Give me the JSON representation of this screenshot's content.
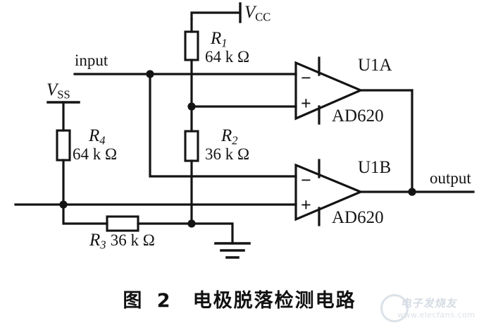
{
  "figure": {
    "caption_number": "图 2",
    "caption_title": "电极脱落检测电路"
  },
  "nets": {
    "input_label": "input",
    "output_label": "output",
    "vcc_label": "V",
    "vcc_sub": "CC",
    "vss_label": "V",
    "vss_sub": "SS"
  },
  "components": {
    "r1": {
      "ref": "R",
      "index": "1",
      "value": "64 k Ω"
    },
    "r2": {
      "ref": "R",
      "index": "2",
      "value": "36 k Ω"
    },
    "r3": {
      "ref": "R",
      "index": "3",
      "value": "36  k Ω"
    },
    "r4": {
      "ref": "R",
      "index": "4",
      "value": "64 k Ω"
    }
  },
  "opamps": [
    {
      "designator": "U1A",
      "part": "AD620",
      "inv_pin": "−",
      "noninv_pin": "+"
    },
    {
      "designator": "U1B",
      "part": "AD620",
      "inv_pin": "−",
      "noninv_pin": "+"
    }
  ],
  "ground": {
    "name": "ground-symbol"
  },
  "watermark": {
    "site_cn": "电子发烧友",
    "site_url": "www.elecfans.com"
  },
  "colors": {
    "line": "#141414",
    "background": "#ffffff"
  }
}
